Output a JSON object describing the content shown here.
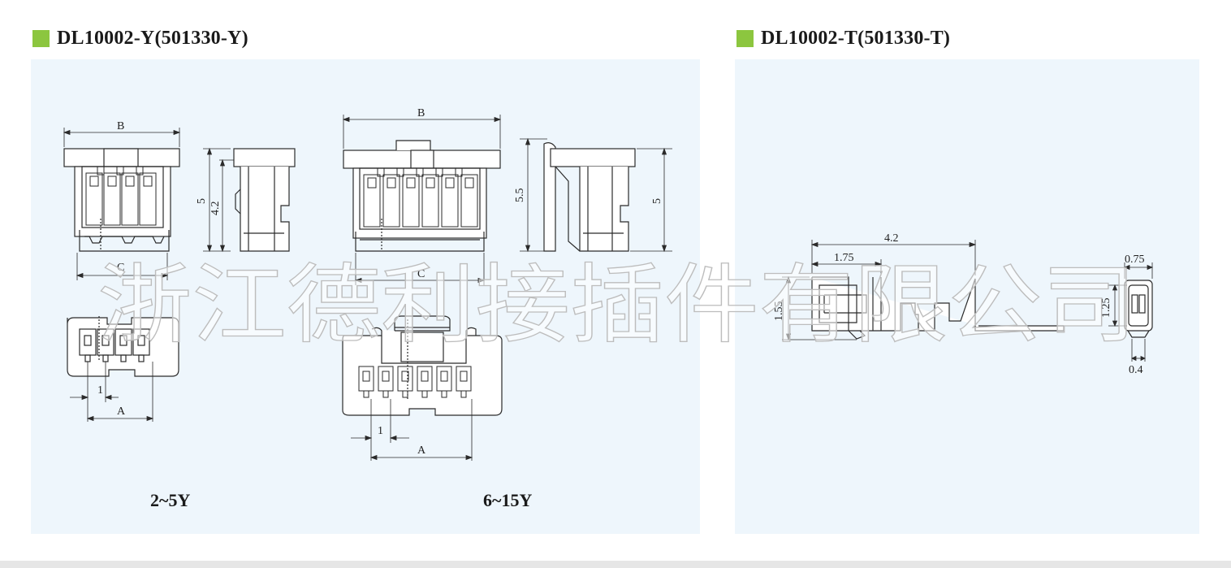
{
  "colors": {
    "accent": "#8cc63f",
    "panel_bg": "#eef6fc",
    "line": "#2b2b2b",
    "watermark": "#c9c9c9"
  },
  "left": {
    "title": "DL10002-Y(501330-Y)",
    "variant_small": "2~5Y",
    "variant_large": "6~15Y",
    "dims_small": {
      "b": "B",
      "c": "C",
      "a": "A",
      "pitch": "1",
      "h_outer": "5",
      "h_inner": "4.2"
    },
    "dims_large": {
      "b": "B",
      "c": "C",
      "a": "A",
      "pitch": "1",
      "h_left": "5.5",
      "h_right": "5"
    }
  },
  "right": {
    "title": "DL10002-T(501330-T)",
    "dims": {
      "length": "4.2",
      "front": "1.75",
      "height": "1.55",
      "end_w": "0.75",
      "end_h": "1.25",
      "end_pin": "0.4"
    }
  },
  "watermark": "浙江德利接插件有限公司"
}
